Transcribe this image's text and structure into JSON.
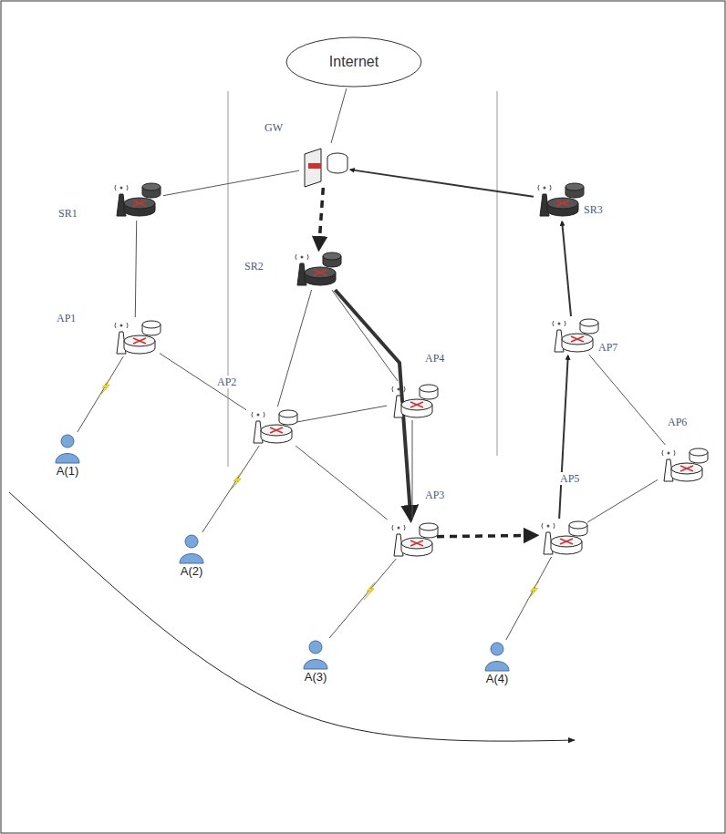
{
  "diagram": {
    "nodes": [
      {
        "text": [
          "Internet"
        ]
      },
      {
        "text": [
          "GW"
        ]
      },
      {
        "text": [
          "SR1"
        ]
      },
      {
        "text": [
          "SR3"
        ]
      },
      {
        "text": [
          "SR2"
        ]
      },
      {
        "text": [
          "AP1"
        ]
      },
      {
        "text": [
          "AP4"
        ]
      },
      {
        "text": [
          "AP2"
        ]
      },
      {
        "text": [
          "AP7"
        ]
      },
      {
        "text": [
          "AP6"
        ]
      },
      {
        "text": [
          "AP3"
        ]
      },
      {
        "text": [
          "AP5"
        ]
      },
      {
        "text": [
          "A(1)"
        ]
      },
      {
        "text": [
          "A(2)"
        ]
      },
      {
        "text": [
          "A(3)"
        ]
      },
      {
        "text": [
          "A(4)"
        ]
      }
    ],
    "edges": [
      {
        "from": 0,
        "to": 1,
        "arrow": "none"
      },
      {
        "from": 2,
        "to": 1,
        "arrow": "none"
      },
      {
        "from": 1,
        "to": 4,
        "arrow": "to"
      },
      {
        "from": 3,
        "to": 1,
        "arrow": "to"
      },
      {
        "from": 2,
        "to": 5,
        "arrow": "none"
      },
      {
        "from": 5,
        "to": 7,
        "arrow": "none"
      },
      {
        "from": 5,
        "to": 12,
        "arrow": "none"
      },
      {
        "from": 4,
        "to": 7,
        "arrow": "none"
      },
      {
        "from": 4,
        "to": 6,
        "arrow": "none"
      },
      {
        "from": 4,
        "to": 10,
        "arrow": "to"
      },
      {
        "from": 7,
        "to": 6,
        "arrow": "none"
      },
      {
        "from": 7,
        "to": 10,
        "arrow": "none"
      },
      {
        "from": 7,
        "to": 13,
        "arrow": "none"
      },
      {
        "from": 6,
        "to": 10,
        "arrow": "none"
      },
      {
        "from": 10,
        "to": 11,
        "arrow": "to"
      },
      {
        "from": 10,
        "to": 14,
        "arrow": "none"
      },
      {
        "from": 11,
        "to": 8,
        "arrow": "to"
      },
      {
        "from": 8,
        "to": 3,
        "arrow": "to"
      },
      {
        "from": 8,
        "to": 9,
        "arrow": "none"
      },
      {
        "from": 9,
        "to": 11,
        "arrow": "none"
      },
      {
        "from": 11,
        "to": 15,
        "arrow": "none"
      }
    ]
  }
}
